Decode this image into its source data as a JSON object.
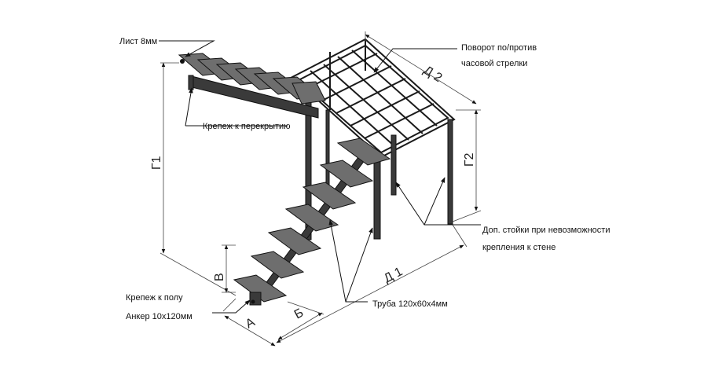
{
  "labels": {
    "sheet": "Лист 8мм",
    "ceiling_mount": "Крепеж к перекрытию",
    "turn_line1": "Поворот по/против",
    "turn_line2": "часовой стрелки",
    "posts_line1": "Доп. стойки при невозможности",
    "posts_line2": "крепления к стене",
    "floor_mount_line1": "Крепеж к полу",
    "floor_mount_line2": "Анкер 10х120мм",
    "pipe": "Труба 120х60х4мм"
  },
  "dimensions": {
    "g1": "Г1",
    "g2": "Г2",
    "d1": "Д 1",
    "d2": "Д 2",
    "a": "А",
    "b": "Б",
    "v": "В"
  },
  "colors": {
    "steel": "#3a3a3a",
    "tread": "#6e6e6e",
    "line": "#111111"
  }
}
